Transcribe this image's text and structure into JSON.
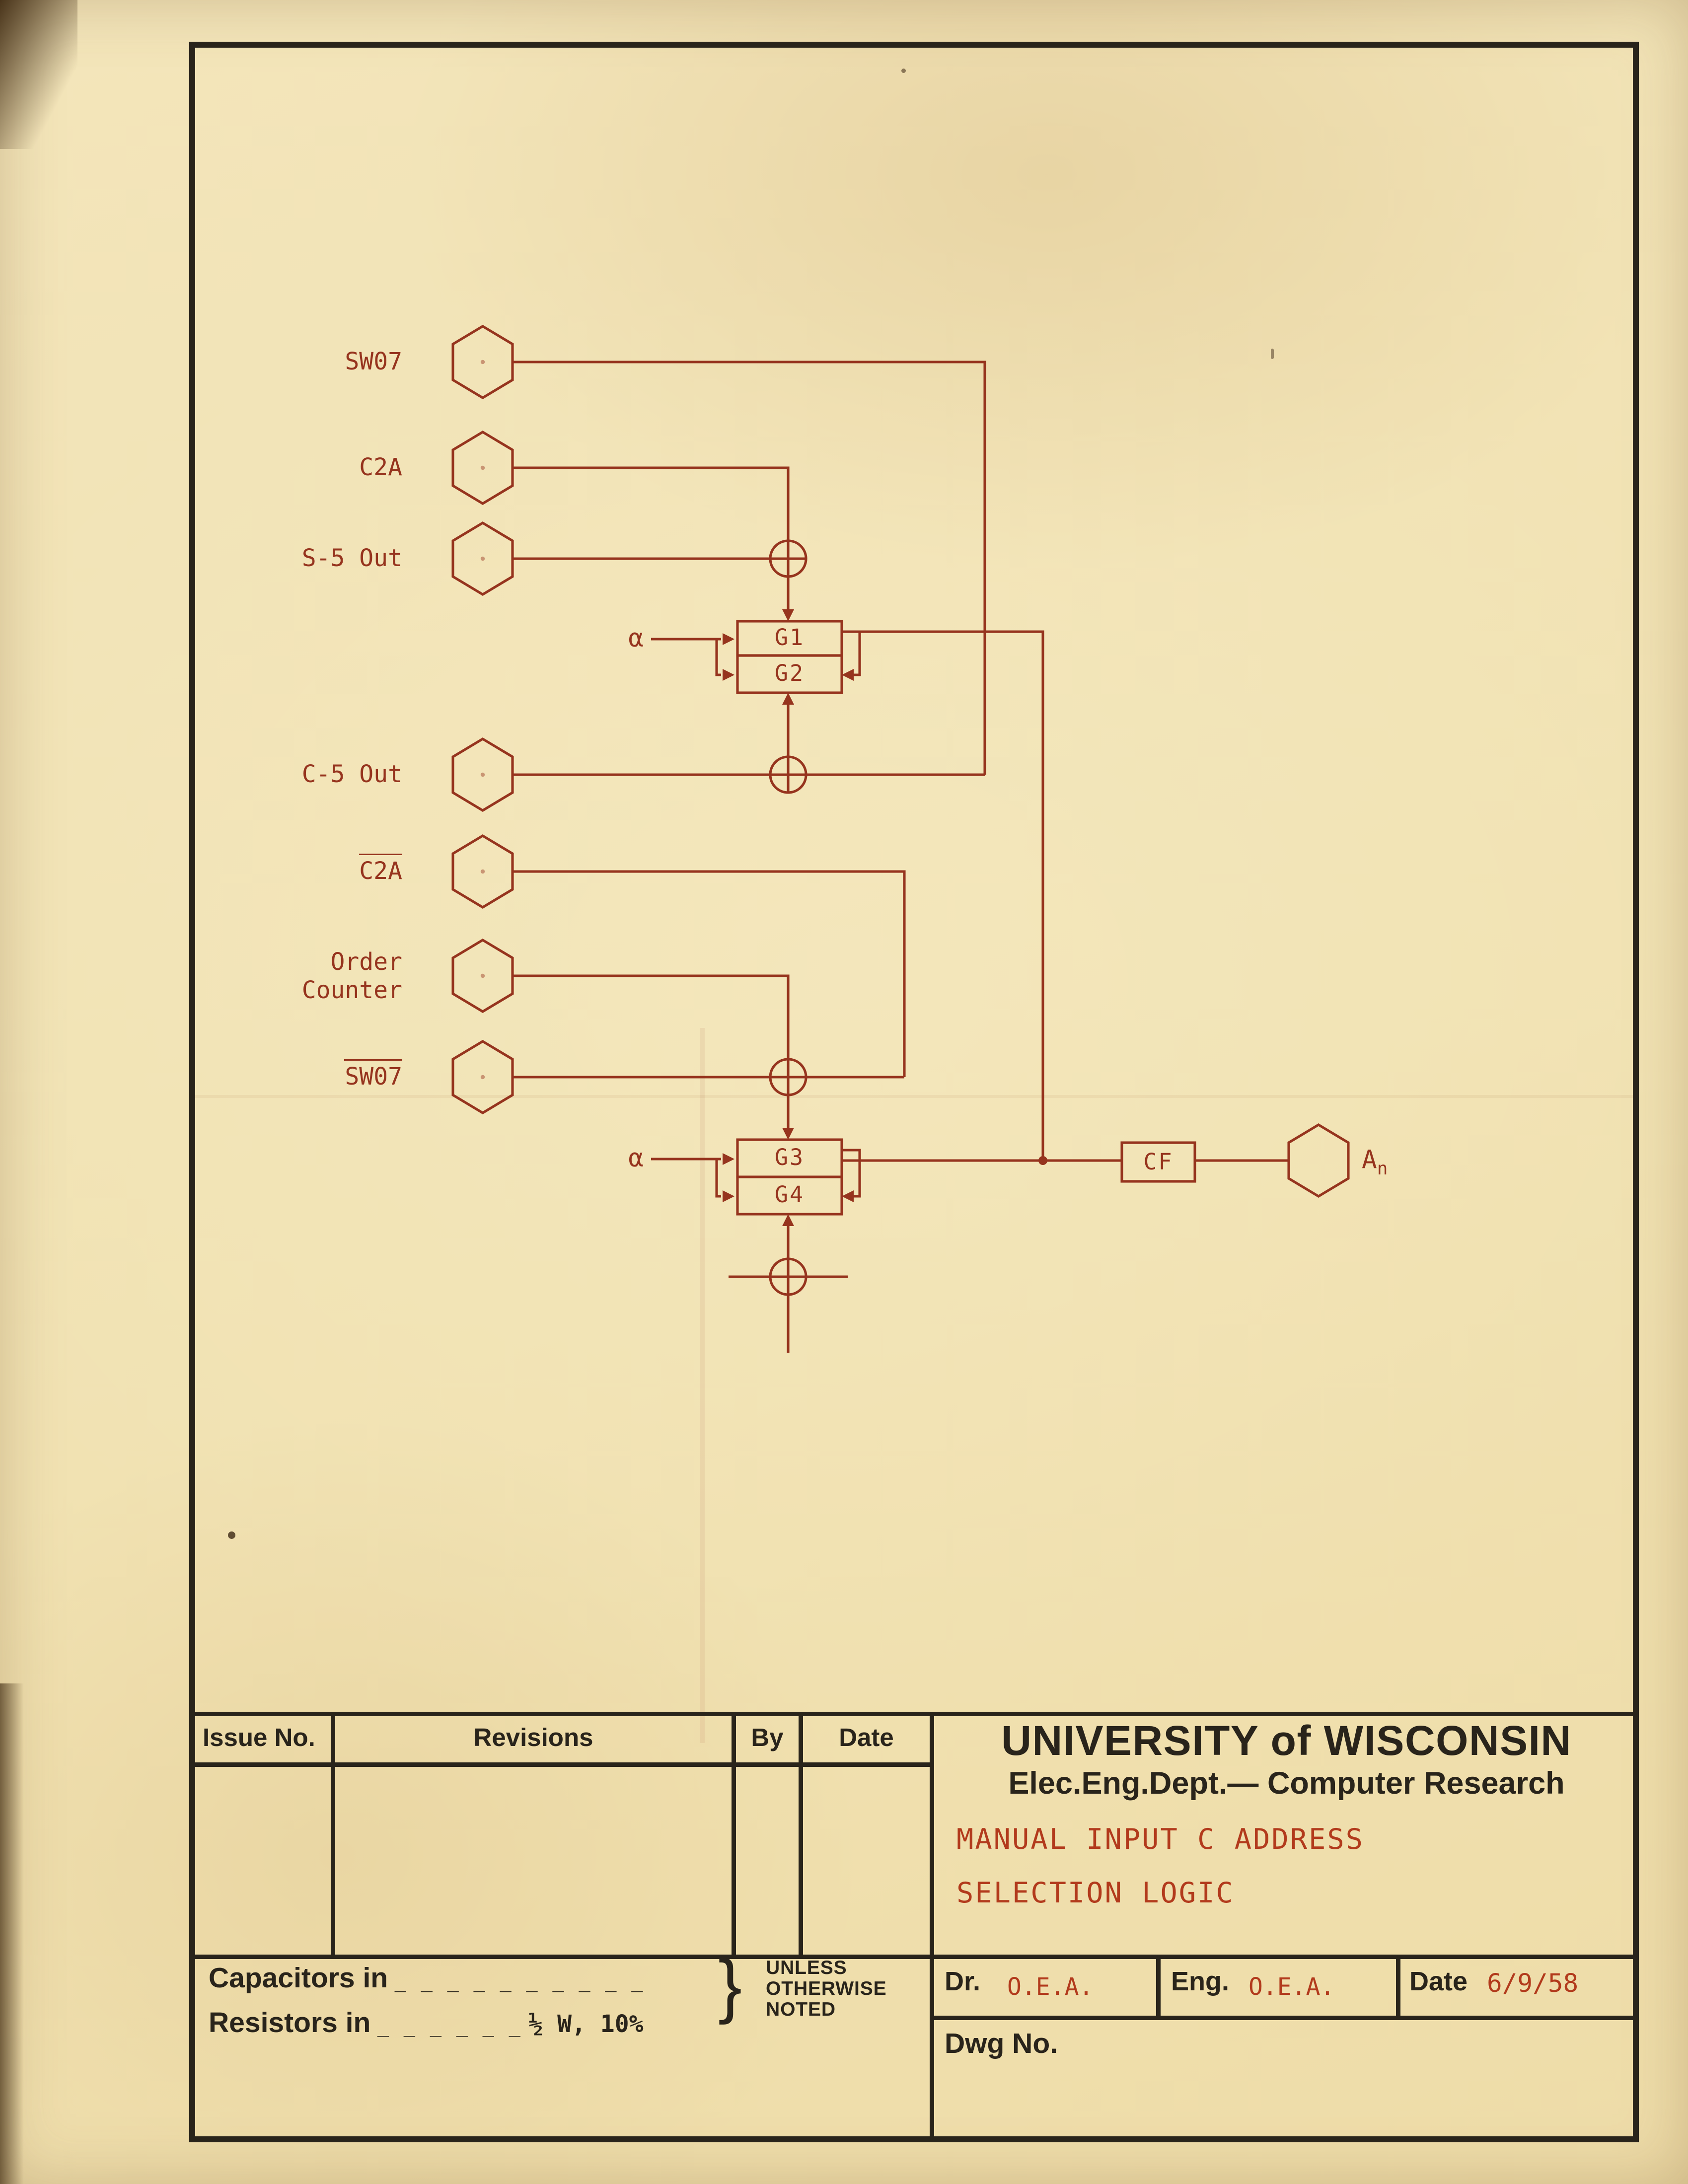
{
  "colors": {
    "paper": "#f1e2b2",
    "ink": "#96341e",
    "black": "#29241b",
    "red_type": "#b23a1c"
  },
  "diagram": {
    "alpha": "α",
    "inputs": [
      {
        "label": "SW07"
      },
      {
        "label": "C2A"
      },
      {
        "label": "S-5 Out"
      },
      {
        "label": "C-5 Out"
      },
      {
        "label": "C2A",
        "overline": true
      },
      {
        "label1": "Order",
        "label2": "Counter"
      },
      {
        "label": "SW07",
        "overline": true
      }
    ],
    "gates": [
      "G1",
      "G2",
      "G3",
      "G4"
    ],
    "cf": "CF",
    "output": {
      "base": "A",
      "sub": "n"
    }
  },
  "titleblock": {
    "issue_no": "Issue No.",
    "revisions": "Revisions",
    "by": "By",
    "date": "Date",
    "university": "UNIVERSITY of WISCONSIN",
    "dept": "Elec.Eng.Dept.— Computer Research",
    "drawing_title_1": "MANUAL INPUT C ADDRESS",
    "drawing_title_2": "SELECTION LOGIC",
    "dr_label": "Dr.",
    "dr_value": "O.E.A.",
    "eng_label": "Eng.",
    "eng_value": "O.E.A.",
    "date_label": "Date",
    "date_value": "6/9/58",
    "dwg_label": "Dwg No.",
    "capacitors_label": "Capacitors in",
    "capacitors_blank": "_ _ _ _ _ _ _ _ _ _",
    "resistors_label": "Resistors in",
    "resistors_blank": "_ _ _ _ _ _",
    "resistors_value": "½ W, 10%",
    "notes_brace": "}",
    "note_line_1": "UNLESS",
    "note_line_2": "OTHERWISE",
    "note_line_3": "NOTED"
  }
}
